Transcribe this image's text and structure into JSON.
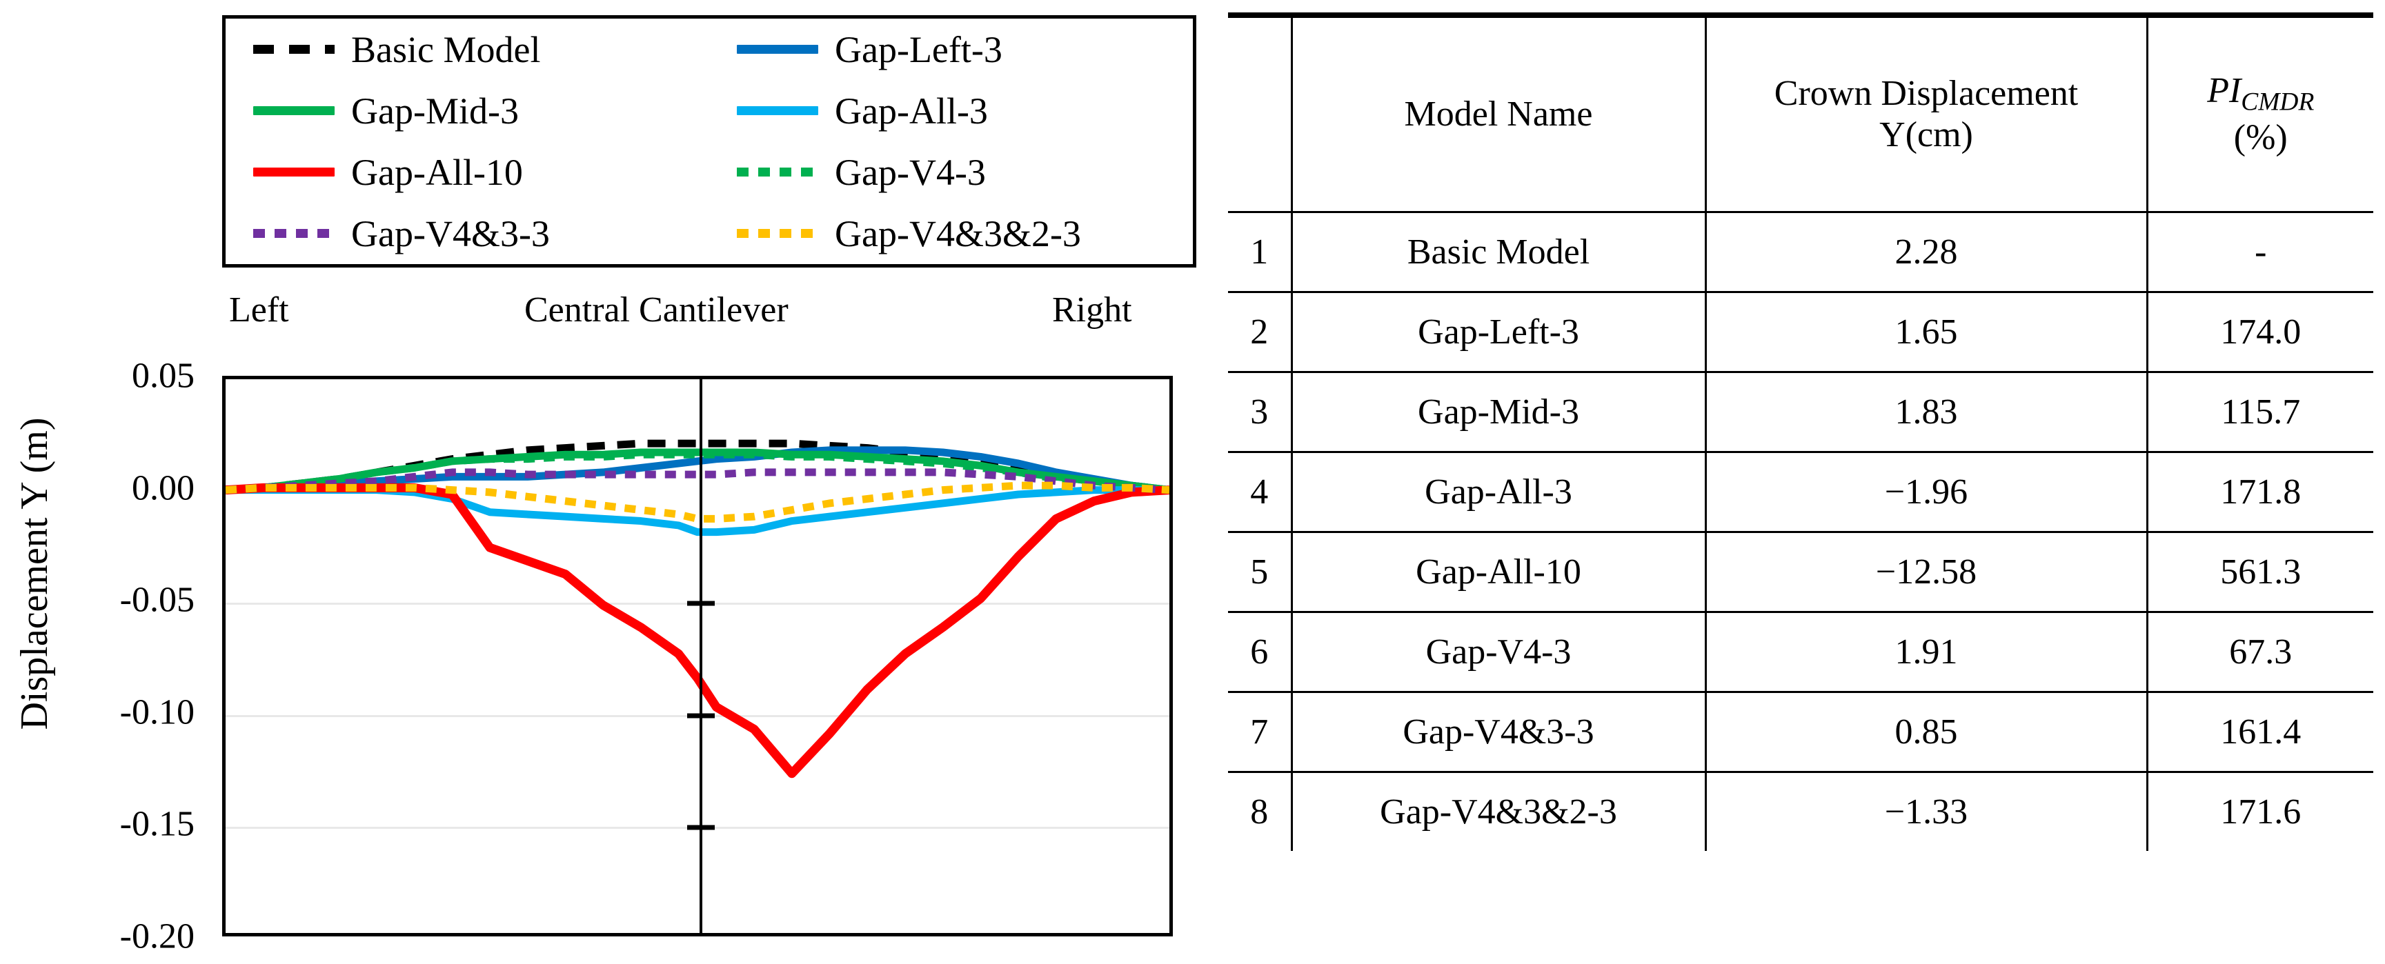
{
  "figure": {
    "legend": {
      "entries": [
        {
          "label": "Basic Model",
          "color": "#000000",
          "style": "dashed-wide"
        },
        {
          "label": "Gap-Left-3",
          "color": "#0070C0",
          "style": "solid"
        },
        {
          "label": "Gap-Mid-3",
          "color": "#00B050",
          "style": "solid"
        },
        {
          "label": "Gap-All-3",
          "color": "#00B0F0",
          "style": "solid"
        },
        {
          "label": "Gap-All-10",
          "color": "#FF0000",
          "style": "solid"
        },
        {
          "label": "Gap-V4-3",
          "color": "#00B050",
          "style": "dashed"
        },
        {
          "label": "Gap-V4&3-3",
          "color": "#7030A0",
          "style": "dashed"
        },
        {
          "label": "Gap-V4&3&2-3",
          "color": "#FFC000",
          "style": "dashed"
        }
      ]
    },
    "top_labels": {
      "left": "Left",
      "center": "Central Cantilever",
      "right": "Right"
    },
    "y_axis_title": "Displacement Y (m)",
    "y_ticklabels": [
      "0.05",
      "0.00",
      "-0.05",
      "-0.10",
      "-0.15",
      "-0.20"
    ]
  },
  "chart_data": {
    "type": "line",
    "title": "",
    "xlabel": "",
    "ylabel": "Displacement Y (m)",
    "ylim": [
      -0.2,
      0.05
    ],
    "yticks": [
      0.05,
      0.0,
      -0.05,
      -0.1,
      -0.15,
      -0.2
    ],
    "grid": "horizontal-gridlines-at--0.05,-0.10,-0.15",
    "legend_position": "above-plot",
    "x_annotations": [
      "Left",
      "Central Cantilever",
      "Right"
    ],
    "x_center_marker": 0.5,
    "x": [
      0.0,
      0.04,
      0.08,
      0.12,
      0.16,
      0.2,
      0.24,
      0.28,
      0.32,
      0.36,
      0.4,
      0.44,
      0.48,
      0.5,
      0.52,
      0.56,
      0.6,
      0.64,
      0.68,
      0.72,
      0.76,
      0.8,
      0.84,
      0.88,
      0.92,
      0.96,
      1.0
    ],
    "series": [
      {
        "name": "Basic Model",
        "color": "#000000",
        "style": "dashed",
        "values": [
          0.0,
          0.001,
          0.003,
          0.005,
          0.008,
          0.011,
          0.014,
          0.016,
          0.018,
          0.019,
          0.02,
          0.021,
          0.021,
          0.021,
          0.021,
          0.021,
          0.021,
          0.02,
          0.019,
          0.017,
          0.015,
          0.012,
          0.009,
          0.006,
          0.004,
          0.002,
          0.0
        ]
      },
      {
        "name": "Gap-Left-3",
        "color": "#0070C0",
        "style": "solid",
        "values": [
          0.0,
          0.001,
          0.002,
          0.003,
          0.004,
          0.005,
          0.006,
          0.006,
          0.006,
          0.007,
          0.008,
          0.01,
          0.012,
          0.013,
          0.014,
          0.015,
          0.017,
          0.018,
          0.018,
          0.018,
          0.017,
          0.015,
          0.012,
          0.008,
          0.005,
          0.002,
          0.0
        ]
      },
      {
        "name": "Gap-Mid-3",
        "color": "#00B050",
        "style": "solid",
        "values": [
          0.0,
          0.001,
          0.003,
          0.005,
          0.008,
          0.01,
          0.013,
          0.014,
          0.015,
          0.016,
          0.016,
          0.017,
          0.017,
          0.017,
          0.017,
          0.017,
          0.016,
          0.016,
          0.015,
          0.014,
          0.013,
          0.011,
          0.008,
          0.006,
          0.004,
          0.002,
          0.0
        ]
      },
      {
        "name": "Gap-All-3",
        "color": "#00B0F0",
        "style": "solid",
        "values": [
          0.0,
          0.0,
          0.0,
          0.0,
          0.0,
          -0.001,
          -0.004,
          -0.01,
          -0.011,
          -0.012,
          -0.013,
          -0.014,
          -0.016,
          -0.019,
          -0.019,
          -0.018,
          -0.014,
          -0.012,
          -0.01,
          -0.008,
          -0.006,
          -0.004,
          -0.002,
          -0.001,
          0.0,
          0.0,
          0.0
        ]
      },
      {
        "name": "Gap-All-10",
        "color": "#FF0000",
        "style": "solid",
        "values": [
          0.0,
          0.001,
          0.001,
          0.001,
          0.001,
          0.001,
          -0.002,
          -0.026,
          -0.032,
          -0.038,
          -0.052,
          -0.062,
          -0.074,
          -0.085,
          -0.098,
          -0.108,
          -0.128,
          -0.11,
          -0.09,
          -0.074,
          -0.062,
          -0.049,
          -0.03,
          -0.013,
          -0.005,
          -0.001,
          0.0
        ]
      },
      {
        "name": "Gap-V4-3",
        "color": "#00B050",
        "style": "dashed",
        "values": [
          0.0,
          0.001,
          0.003,
          0.005,
          0.008,
          0.01,
          0.013,
          0.014,
          0.014,
          0.015,
          0.015,
          0.016,
          0.016,
          0.016,
          0.016,
          0.016,
          0.015,
          0.015,
          0.014,
          0.013,
          0.012,
          0.01,
          0.008,
          0.005,
          0.003,
          0.001,
          0.0
        ]
      },
      {
        "name": "Gap-V4&3-3",
        "color": "#7030A0",
        "style": "dashed",
        "values": [
          0.0,
          0.001,
          0.002,
          0.003,
          0.004,
          0.006,
          0.008,
          0.008,
          0.007,
          0.007,
          0.007,
          0.007,
          0.007,
          0.007,
          0.007,
          0.008,
          0.008,
          0.008,
          0.008,
          0.008,
          0.008,
          0.007,
          0.006,
          0.004,
          0.002,
          0.001,
          0.0
        ]
      },
      {
        "name": "Gap-V4&3&2-3",
        "color": "#FFC000",
        "style": "dashed",
        "values": [
          0.0,
          0.001,
          0.001,
          0.001,
          0.001,
          0.001,
          0.0,
          -0.001,
          -0.003,
          -0.005,
          -0.007,
          -0.009,
          -0.011,
          -0.013,
          -0.013,
          -0.012,
          -0.009,
          -0.006,
          -0.004,
          -0.002,
          0.0,
          0.001,
          0.002,
          0.002,
          0.001,
          0.001,
          0.0
        ]
      }
    ]
  },
  "table": {
    "headers": {
      "index": "",
      "model_name": "Model Name",
      "crown_displacement_line1": "Crown Displacement",
      "crown_displacement_line2": "Y(cm)",
      "pi_prefix": "PI",
      "pi_subscript": "CMDR",
      "pi_unit": "(%)"
    },
    "rows": [
      {
        "index": "1",
        "model_name": "Basic Model",
        "displacement": "2.28",
        "pi": "-"
      },
      {
        "index": "2",
        "model_name": "Gap-Left-3",
        "displacement": "1.65",
        "pi": "174.0"
      },
      {
        "index": "3",
        "model_name": "Gap-Mid-3",
        "displacement": "1.83",
        "pi": "115.7"
      },
      {
        "index": "4",
        "model_name": "Gap-All-3",
        "displacement": "−1.96",
        "pi": "171.8"
      },
      {
        "index": "5",
        "model_name": "Gap-All-10",
        "displacement": "−12.58",
        "pi": "561.3"
      },
      {
        "index": "6",
        "model_name": "Gap-V4-3",
        "displacement": "1.91",
        "pi": "67.3"
      },
      {
        "index": "7",
        "model_name": "Gap-V4&3-3",
        "displacement": "0.85",
        "pi": "161.4"
      },
      {
        "index": "8",
        "model_name": "Gap-V4&3&2-3",
        "displacement": "−1.33",
        "pi": "171.6"
      }
    ]
  }
}
